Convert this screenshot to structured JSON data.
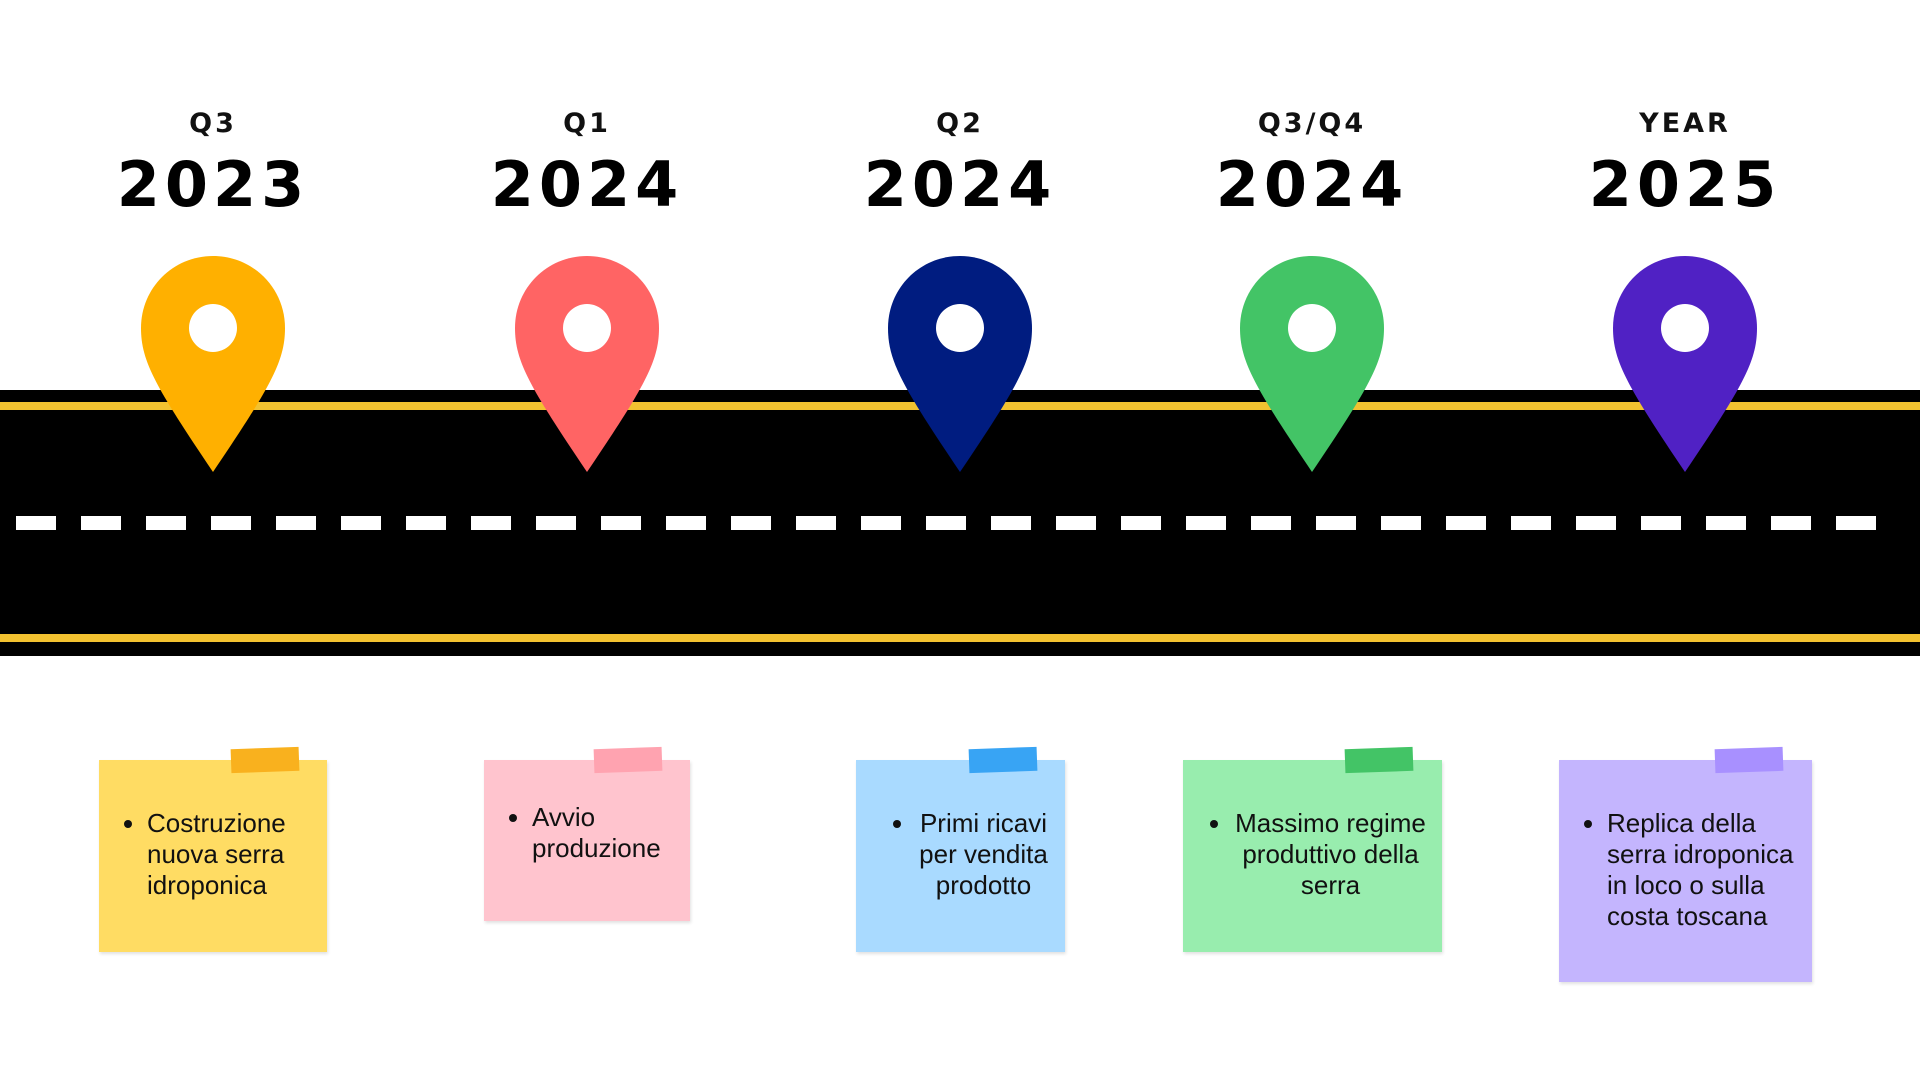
{
  "milestones": [
    {
      "quarter": "Q3",
      "year": "2023",
      "pin_color": "#FFB000",
      "note_color": "#FFDC63",
      "tape_color": "#F9B11E",
      "note_text": "Costruzione nuova serra idroponica"
    },
    {
      "quarter": "Q1",
      "year": "2024",
      "pin_color": "#FF6464",
      "note_color": "#FFC4CE",
      "tape_color": "#FFA3B0",
      "note_text": "Avvio produzione"
    },
    {
      "quarter": "Q2",
      "year": "2024",
      "pin_color": "#001C80",
      "note_color": "#A9DAFF",
      "tape_color": "#38A4F4",
      "note_text": "Primi ricavi per vendita prodotto"
    },
    {
      "quarter": "Q3/Q4",
      "year": "2024",
      "pin_color": "#43C466",
      "note_color": "#98EDAE",
      "tape_color": "#43C466",
      "note_text": "Massimo regime produttivo della serra"
    },
    {
      "quarter": "YEAR",
      "year": "2025",
      "pin_color": "#5021C4",
      "note_color": "#C4B5FE",
      "tape_color": "#A890FF",
      "note_text": "Replica della serra idroponica in loco o sulla costa toscana"
    }
  ],
  "road": {
    "asphalt_color": "#000000",
    "edge_line_color": "#F2C230",
    "center_dash_color": "#FFFFFF"
  }
}
